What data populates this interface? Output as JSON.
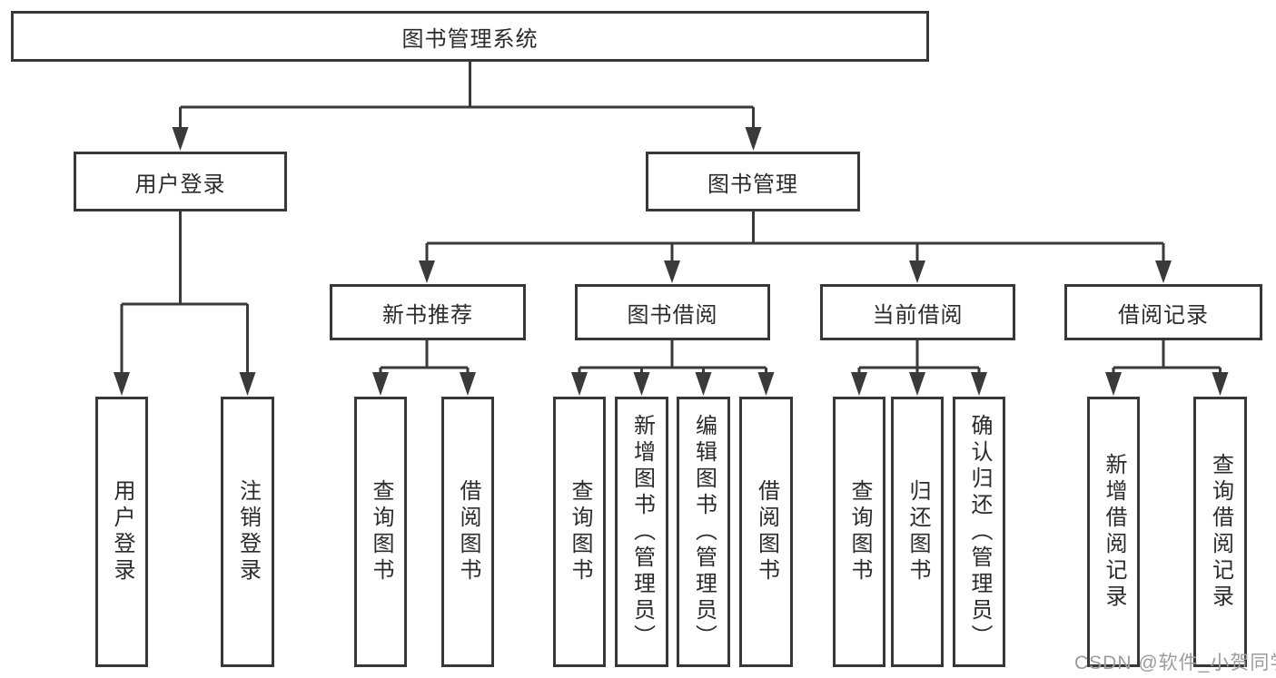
{
  "nodes": {
    "root": "图书管理系统",
    "login": "用户登录",
    "mgmt": "图书管理",
    "login_children": [
      "用户登录",
      "注销登录"
    ],
    "mgmt_children": [
      "新书推荐",
      "图书借阅",
      "当前借阅",
      "借阅记录"
    ],
    "newbook_children": [
      "查询图书",
      "借阅图书"
    ],
    "borrow_children": [
      "查询图书",
      "新增图书（管理员）",
      "编辑图书（管理员）",
      "借阅图书"
    ],
    "current_children": [
      "查询图书",
      "归还图书",
      "确认归还（管理员）"
    ],
    "records_children": [
      "新增借阅记录",
      "查询借阅记录"
    ]
  },
  "watermark": "CSDN @软件_小贺同学",
  "colors": {
    "line": "#3a3a3a",
    "border": "#383838",
    "text": "#2b2b2b",
    "watermark": "#9c9c9c"
  }
}
